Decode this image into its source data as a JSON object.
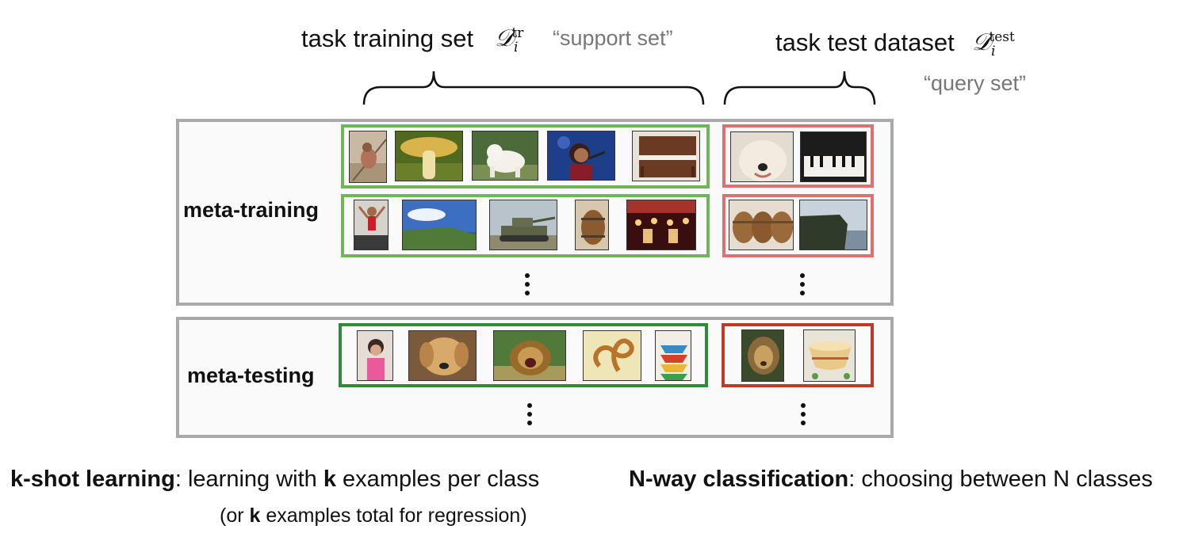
{
  "support": {
    "title": "task training set",
    "symbol_base": "𝒟",
    "symbol_sub": "i",
    "symbol_sup": "tr",
    "alias": "“support set”"
  },
  "query": {
    "title": "task test dataset",
    "symbol_base": "𝒟",
    "symbol_sub": "i",
    "symbol_sup": "test",
    "alias": "“query set”"
  },
  "rows": {
    "meta_training": "meta-training",
    "meta_testing": "meta-testing"
  },
  "colors": {
    "panel_border": "#a9a9a9",
    "support_light": "#6fb654",
    "support_dark": "#2e8b3a",
    "query_light": "#e07070",
    "query_dark": "#c0392b"
  },
  "footer": {
    "kshot_term": "k-shot learning",
    "kshot_rest_a": ": learning with ",
    "kshot_k": "k",
    "kshot_rest_b": " examples per class",
    "kshot_note_a": "(or ",
    "kshot_note_k": "k",
    "kshot_note_b": " examples total for regression)",
    "nway_term": "N-way classification",
    "nway_rest": ": choosing between N classes"
  }
}
